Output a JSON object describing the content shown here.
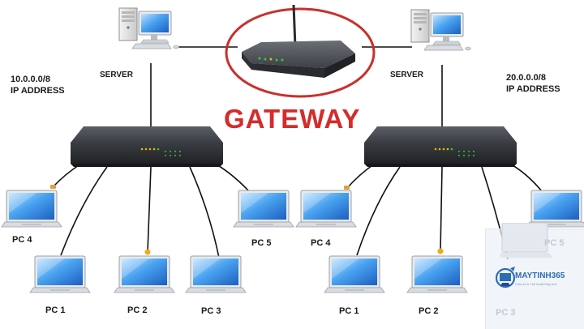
{
  "title": "GATEWAY",
  "left_network": {
    "address": "10.0.0.0/8",
    "address_label": "IP ADDRESS",
    "server_label": "SERVER",
    "pcs": [
      "PC 4",
      "PC 1",
      "PC 2",
      "PC 3",
      "PC 5"
    ]
  },
  "right_network": {
    "address": "20.0.0.0/8",
    "address_label": "IP ADDRESS",
    "server_label": "SERVER",
    "pcs": [
      "PC 4",
      "PC 1",
      "PC 2",
      "PC 3",
      "PC 5"
    ]
  },
  "watermark": {
    "brand": "MAYTINH365",
    "tagline": "Chia sẻ & Thủ thuật Máy tính"
  },
  "colors": {
    "gateway_red": "#d62b2b",
    "switch_body": "#3b3e44",
    "screen_blue": "#2f86e6",
    "cable": "#111111"
  }
}
